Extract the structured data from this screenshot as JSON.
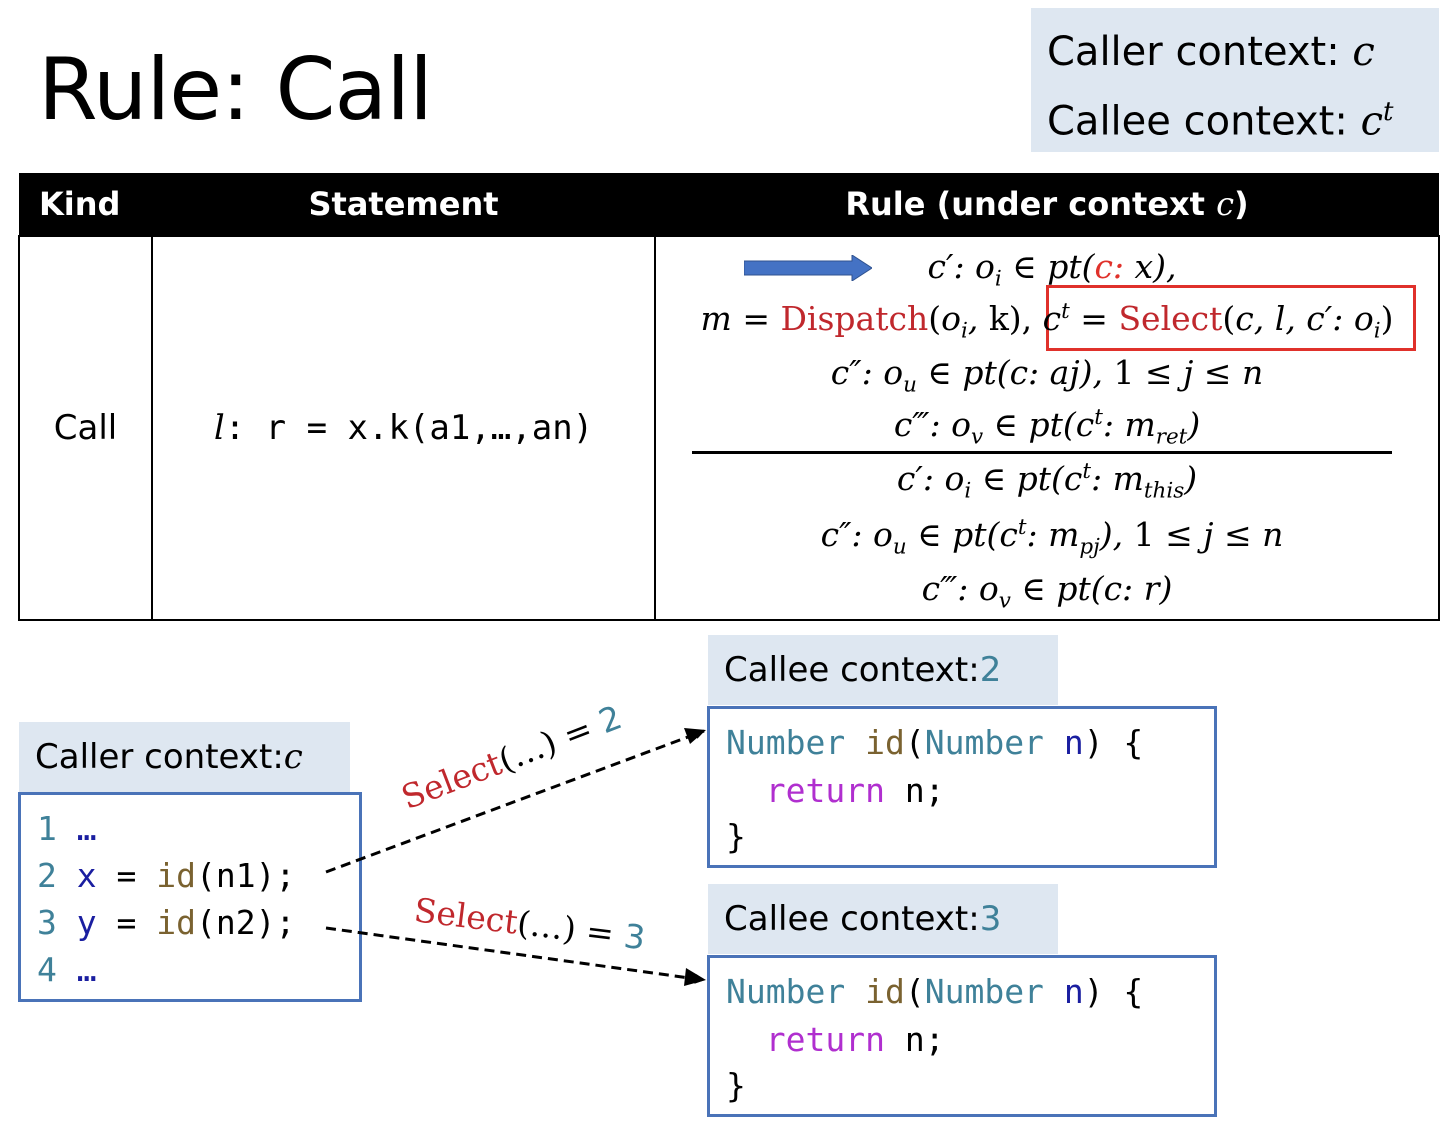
{
  "title": "Rule: Call",
  "context_note": {
    "caller_label": "Caller context: ",
    "caller_var": "c",
    "callee_label": "Callee context: ",
    "callee_var": "c",
    "callee_sup": "t"
  },
  "table": {
    "headers": {
      "kind": "Kind",
      "statement": "Statement",
      "rule_prefix": "Rule (under context ",
      "rule_var": "c",
      "rule_suffix": ")"
    },
    "row": {
      "kind": "Call",
      "statement_label": "l",
      "statement_rest": ": r = x.k(a1,…,an)",
      "premises": [
        "c′: oᵢ ∈ pt(c: x),",
        "m = Dispatch(oᵢ, k), cᵗ = Select(c, l, c′: oᵢ)",
        "c″: oᵤ ∈ pt(c: aj), 1 ≤ j ≤ n",
        "c‴: oᵥ ∈ pt(cᵗ: m_ret)"
      ],
      "conclusions": [
        "c′: oᵢ ∈ pt(cᵗ: m_this)",
        "c″: oᵤ ∈ pt(cᵗ: m_pj), 1 ≤ j ≤ n",
        "c‴: oᵥ ∈ pt(c: r)"
      ],
      "dispatch_word": "Dispatch",
      "select_word": "Select"
    }
  },
  "caller_box": {
    "label": "Caller context: ",
    "label_var": "c",
    "lines": [
      {
        "num": "1",
        "text": "…"
      },
      {
        "num": "2",
        "var": "x",
        "op": " = ",
        "fn": "id",
        "args": "(n1);"
      },
      {
        "num": "3",
        "var": "y",
        "op": " = ",
        "fn": "id",
        "args": "(n2);"
      },
      {
        "num": "4",
        "text": "…"
      }
    ]
  },
  "callee_boxes": [
    {
      "label": "Callee context: ",
      "value": "2",
      "code": {
        "type": "Number",
        "fn": "id",
        "param_type": "Number",
        "param": "n",
        "tail": ") {",
        "ret_kw": "return",
        "ret_val": " n;",
        "close": "}"
      }
    },
    {
      "label": "Callee context: ",
      "value": "3",
      "code": {
        "type": "Number",
        "fn": "id",
        "param_type": "Number",
        "param": "n",
        "tail": ") {",
        "ret_kw": "return",
        "ret_val": " n;",
        "close": "}"
      }
    }
  ],
  "arrows": [
    {
      "select": "Select",
      "args": "(…)",
      "eq": " = ",
      "value": "2"
    },
    {
      "select": "Select",
      "args": "(…)",
      "eq": " = ",
      "value": "3"
    }
  ],
  "colors": {
    "label_bg": "#dee7f1",
    "box_border": "#4a73b8",
    "red": "#c0282d",
    "teal": "#3f8199",
    "highlight_border": "#e0312b",
    "blue_arrow": "#4472c4"
  }
}
